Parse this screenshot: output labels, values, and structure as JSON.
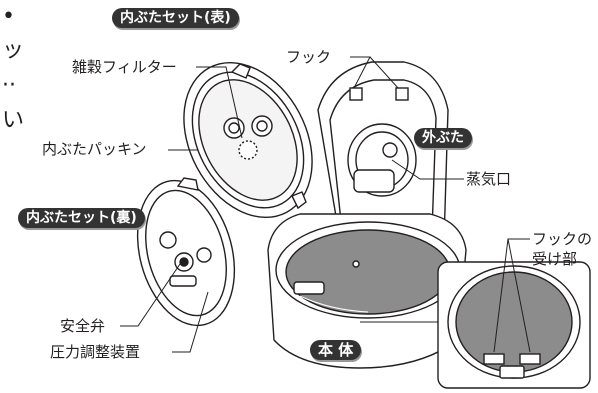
{
  "left_text_fragments": [
    "•",
    "ッ",
    "··",
    "い"
  ],
  "badges": {
    "inner_lid_front": "内ぶたセット(表)",
    "inner_lid_back": "内ぶたセット(裏)",
    "outer_lid": "外ぶた",
    "main_body": "本 体"
  },
  "labels": {
    "grain_filter": "雑穀フィルター",
    "inner_lid_packing": "内ぶたパッキン",
    "hook": "フック",
    "steam_port": "蒸気口",
    "hook_receiver_line1": "フックの",
    "hook_receiver_line2": "受け部",
    "safety_valve": "安全弁",
    "pressure_regulator": "圧力調整装置"
  },
  "colors": {
    "ink": "#231f20",
    "badge_bg": "#333333",
    "pot_gray": "#8c8c8c"
  }
}
